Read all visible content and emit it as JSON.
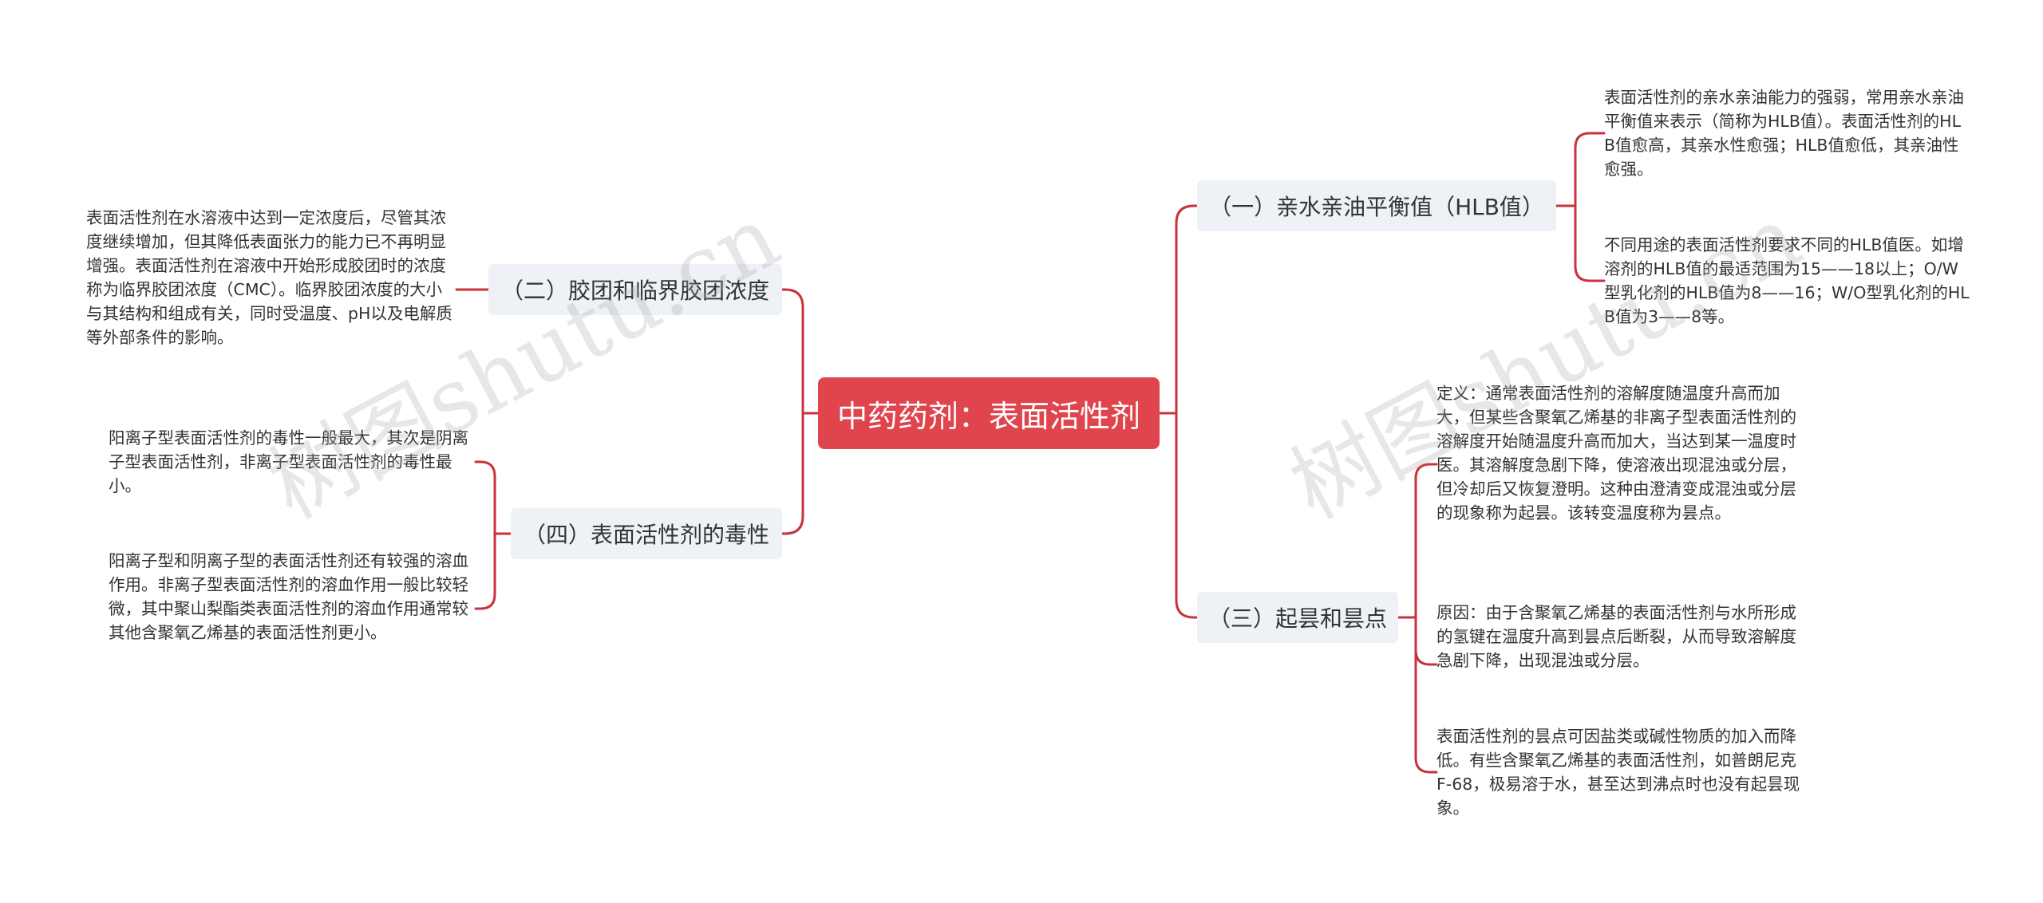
{
  "root": {
    "label": "中药药剂：表面活性剂"
  },
  "branches": {
    "hlb": {
      "label": "（一）亲水亲油平衡值（HLB值）",
      "leaves": [
        "表面活性剂的亲水亲油能力的强弱，常用亲水亲油平衡值来表示（简称为HLB值）。表面活性剂的HLB值愈高，其亲水性愈强；HLB值愈低，其亲油性愈强。",
        "不同用途的表面活性剂要求不同的HLB值医。如增溶剂的HLB值的最适范围为15——18以上；O/W型乳化剂的HLB值为8——16；W/O型乳化剂的HLB值为3——8等。"
      ]
    },
    "cmc": {
      "label": "（二）胶团和临界胶团浓度",
      "leaves": [
        "表面活性剂在水溶液中达到一定浓度后，尽管其浓度继续增加，但其降低表面张力的能力已不再明显增强。表面活性剂在溶液中开始形成胶团时的浓度称为临界胶团浓度（CMC）。临界胶团浓度的大小与其结构和组成有关，同时受温度、pH以及电解质等外部条件的影响。"
      ]
    },
    "cloud": {
      "label": "（三）起昙和昙点",
      "leaves": [
        "定义：通常表面活性剂的溶解度随温度升高而加大，但某些含聚氧乙烯基的非离子型表面活性剂的溶解度开始随温度升高而加大，当达到某一温度时医。其溶解度急剧下降，使溶液出现混浊或分层，但冷却后又恢复澄明。这种由澄清变成混浊或分层的现象称为起昙。该转变温度称为昙点。",
        "原因：由于含聚氧乙烯基的表面活性剂与水所形成的氢键在温度升高到昙点后断裂，从而导致溶解度急剧下降，出现混浊或分层。",
        "表面活性剂的昙点可因盐类或碱性物质的加入而降低。有些含聚氧乙烯基的表面活性剂，如普朗尼克F-68，极易溶于水，甚至达到沸点时也没有起昙现象。"
      ]
    },
    "toxicity": {
      "label": "（四）表面活性剂的毒性",
      "leaves": [
        "阳离子型表面活性剂的毒性一般最大，其次是阴离子型表面活性剂，非离子型表面活性剂的毒性最小。",
        "阳离子型和阴离子型的表面活性剂还有较强的溶血作用。非离子型表面活性剂的溶血作用一般比较轻微，其中聚山梨酯类表面活性剂的溶血作用通常较其他含聚氧乙烯基的表面活性剂更小。"
      ]
    }
  },
  "watermark": "树图shutu.cn",
  "colors": {
    "root_bg": "#e0454e",
    "line": "#c8323c",
    "branch_bg": "#eef1f5",
    "text": "#333333"
  }
}
